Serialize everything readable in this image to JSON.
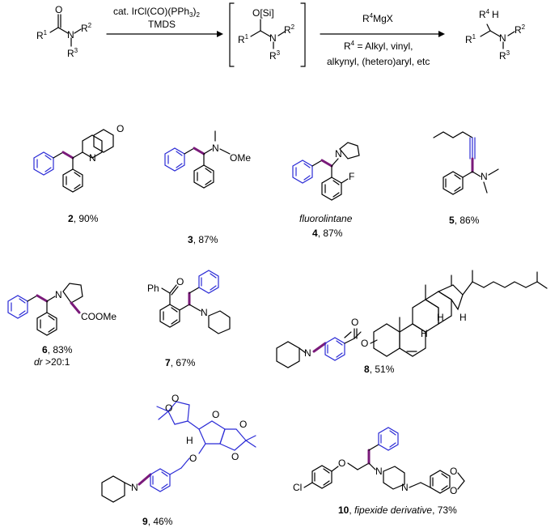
{
  "reaction": {
    "reagent1_line1": "cat. IrCl(CO)(PPh",
    "reagent1_line1_sub": "3",
    "reagent1_line1_end": ")",
    "reagent1_line1_sub2": "2",
    "reagent1_line2": "TMDS",
    "intermediate_label": "O[Si]",
    "reagent2_line1": "R",
    "reagent2_line1_sup": "4",
    "reagent2_line1_end": "MgX",
    "reagent2_line2": "R",
    "reagent2_line2_sup": "4",
    "reagent2_line2_end": " = Alkyl, vinyl,",
    "reagent2_line3": "alkynyl, (hetero)aryl, etc",
    "R": "R",
    "N": "N",
    "O": "O",
    "H": "H",
    "sup1": "1",
    "sup2": "2",
    "sup3": "3",
    "sup4": "4"
  },
  "compounds": [
    {
      "id": "2",
      "yield": ", 90%"
    },
    {
      "id": "3",
      "yield": ", 87%"
    },
    {
      "id": "4",
      "yield": ", 87%",
      "name": "fluorolintane"
    },
    {
      "id": "5",
      "yield": ", 86%"
    },
    {
      "id": "6",
      "yield": ", 83%",
      "dr_label": "dr",
      "dr_value": " >20:1"
    },
    {
      "id": "7",
      "yield": ", 67%"
    },
    {
      "id": "8",
      "yield": ", 51%"
    },
    {
      "id": "9",
      "yield": ", 46%"
    },
    {
      "id": "10",
      "yield": ", 73%",
      "name": "fipexide derivative"
    }
  ],
  "atom_labels": {
    "O": "O",
    "N": "N",
    "F": "F",
    "H": "H",
    "OMe": "OMe",
    "COOMe": "COOMe",
    "Ph": "Ph",
    "Cl": "Cl"
  },
  "colors": {
    "blue": "#2b2bd6",
    "purple": "#7a1a7a",
    "black": "#000000"
  }
}
